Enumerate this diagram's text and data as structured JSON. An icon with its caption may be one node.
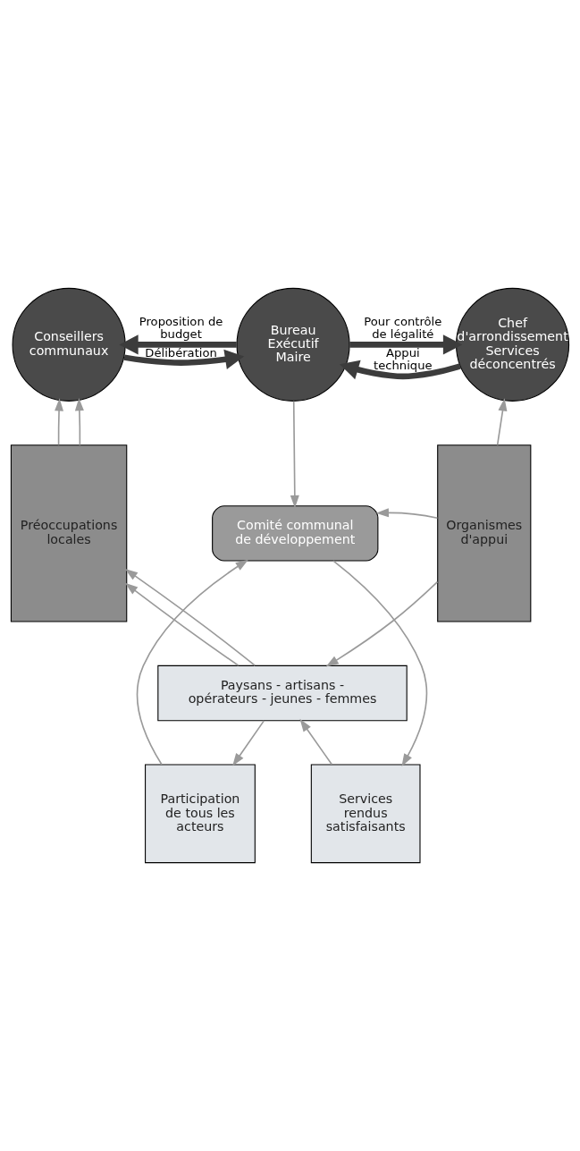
{
  "diagram": {
    "nodes": [
      {
        "text": [
          "Conseillers communaux"
        ]
      },
      {
        "text": [
          "Bureau Exécutif Maire"
        ]
      },
      {
        "text": [
          "Chef d'arrondissement Services déconcentrés"
        ]
      },
      {
        "text": [
          "Préoccupations locales"
        ]
      },
      {
        "text": [
          "Comité communal de développement"
        ]
      },
      {
        "text": [
          "Organismes d'appui"
        ]
      },
      {
        "text": [
          "Participation de tous les acteurs"
        ]
      },
      {
        "text": [
          "Services rendus satisfaisants"
        ]
      },
      {
        "text": [
          "Paysans - artisans - opérateurs - jeunes - femmes"
        ]
      }
    ],
    "edges": [
      {
        "from": 0,
        "to": 1,
        "arrow": "to",
        "label": "Délibération",
        "style": "thick",
        "color": "#3c3c3c"
      },
      {
        "from": 2,
        "to": 1,
        "arrow": "to",
        "label": "Appui technique",
        "style": "thick",
        "color": "#3c3c3c"
      },
      {
        "from": 1,
        "to": 0,
        "arrow": "to",
        "label": "Proposition de budget",
        "style": "thick",
        "color": "#3c3c3c"
      },
      {
        "from": 1,
        "to": 2,
        "arrow": "to",
        "label": "Pour contrôle de légalité",
        "style": "thick",
        "color": "#3c3c3c"
      },
      {
        "from": 1,
        "to": 4,
        "arrow": "to"
      },
      {
        "from": 3,
        "to": 0,
        "arrow": "to"
      },
      {
        "from": 3,
        "to": 0,
        "arrow": "to"
      },
      {
        "from": 5,
        "to": 2,
        "arrow": "to"
      },
      {
        "from": 5,
        "to": 4,
        "arrow": "to"
      },
      {
        "from": 6,
        "to": 4,
        "arrow": "to"
      },
      {
        "from": 4,
        "to": 7,
        "arrow": "to"
      },
      {
        "from": 8,
        "to": 3,
        "arrow": "to"
      },
      {
        "from": 8,
        "to": 3,
        "arrow": "to"
      },
      {
        "from": 8,
        "to": 6,
        "arrow": "to"
      },
      {
        "from": 7,
        "to": 8,
        "arrow": "to"
      },
      {
        "from": 5,
        "to": 8,
        "arrow": "to"
      }
    ]
  }
}
